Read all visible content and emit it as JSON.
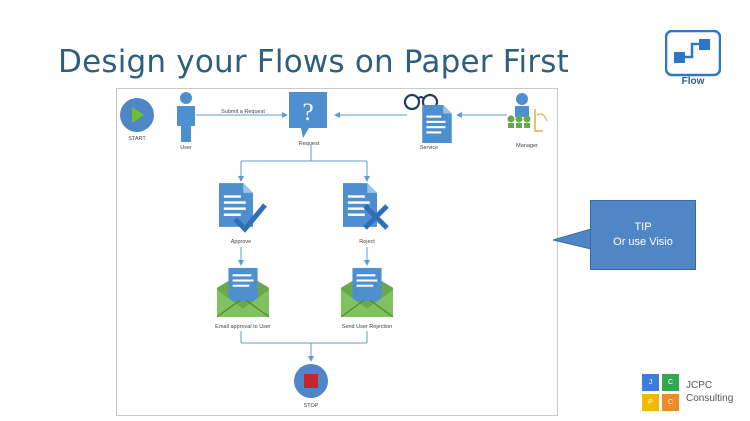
{
  "slide": {
    "title": "Design your Flows on Paper First"
  },
  "diagram": {
    "labels": {
      "start": "START",
      "user": "User",
      "submit": "Submit a Request",
      "request": "Request",
      "service": "Service",
      "manager": "Manager",
      "approve": "Approve",
      "reject": "Reject",
      "email_approved": "Email approval to User",
      "email_rejected": "Send User Rejection",
      "stop": "STOP"
    }
  },
  "flow_badge": {
    "label": "Flow"
  },
  "tip": {
    "line1": "TIP",
    "line2": "Or use Visio"
  },
  "company": {
    "name_line1": "JCPC",
    "name_line2": "Consulting",
    "tiles": [
      "J",
      "C",
      "P",
      "C"
    ]
  },
  "colors": {
    "title": "#2e5f7e",
    "doc_blue": "#4e8fd0",
    "envelope_green": "#6aa84f",
    "start_circle": "#4f87c6",
    "play_green": "#6fbf2a",
    "stop_red": "#c1272d",
    "tip_bg": "#4f87c6",
    "tile_blue": "#3b7dd8",
    "tile_green": "#2fa84f",
    "tile_yellow": "#f5b800",
    "tile_orange": "#f08a24"
  },
  "icons": [
    "play-icon",
    "user-icon",
    "question-icon",
    "glasses-icon",
    "document-icon",
    "manager-group-icon",
    "approve-check-icon",
    "reject-x-icon",
    "envelope-icon",
    "stop-icon",
    "flow-logo-icon"
  ]
}
